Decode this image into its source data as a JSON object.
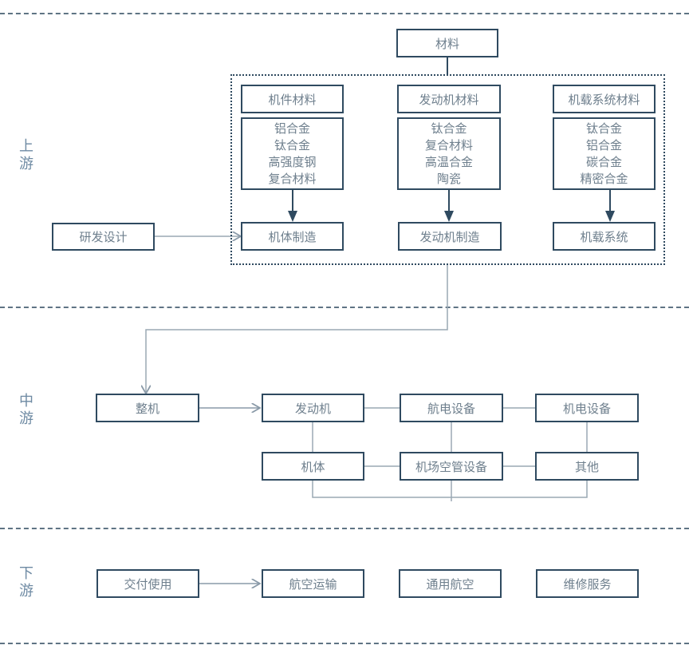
{
  "stages": {
    "upstream": "上游",
    "midstream": "中游",
    "downstream": "下游"
  },
  "upstream": {
    "materials": "材料",
    "rnd": "研发设计",
    "columns": [
      {
        "header": "机件材料",
        "items": [
          "铝合金",
          "钛合金",
          "高强度钢",
          "复合材料"
        ],
        "output": "机体制造"
      },
      {
        "header": "发动机材料",
        "items": [
          "钛合金",
          "复合材料",
          "高温合金",
          "陶瓷"
        ],
        "output": "发动机制造"
      },
      {
        "header": "机载系统材料",
        "items": [
          "钛合金",
          "铝合金",
          "碳合金",
          "精密合金"
        ],
        "output": "机载系统"
      }
    ]
  },
  "midstream": {
    "whole_aircraft": "整机",
    "components": [
      "发动机",
      "航电设备",
      "机电设备",
      "机体",
      "机场空管设备",
      "其他"
    ]
  },
  "downstream": {
    "delivery": "交付使用",
    "services": [
      "航空运输",
      "通用航空",
      "维修服务"
    ]
  },
  "colors": {
    "border": "#2f4a60",
    "text": "#6e7f8d",
    "connector": "#9aa8b4"
  }
}
